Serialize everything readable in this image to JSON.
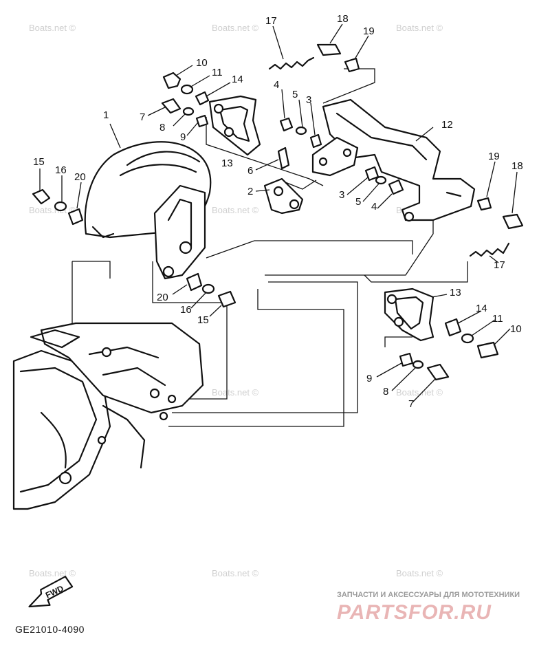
{
  "watermark": "Boats.net ©",
  "diagram_code": "GE21010-4090",
  "fwd_label": "FWD",
  "brand": {
    "tagline": "ЗАПЧАСТИ И АКСЕССУАРЫ ДЛЯ МОТОТЕХНИКИ",
    "name": "PARTSFOR.RU"
  },
  "callouts": [
    "1",
    "2",
    "3",
    "4",
    "5",
    "6",
    "7",
    "8",
    "9",
    "10",
    "11",
    "12",
    "13",
    "14",
    "15",
    "16",
    "17",
    "18",
    "19",
    "20"
  ]
}
